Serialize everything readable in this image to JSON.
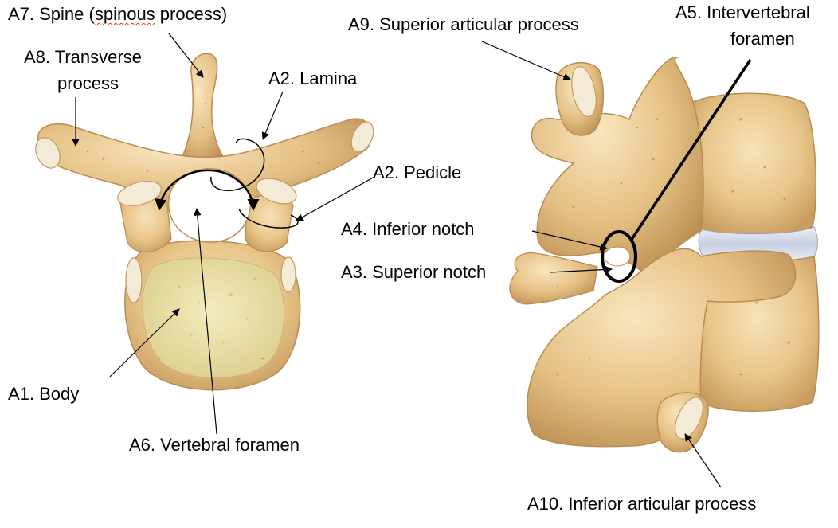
{
  "labels": {
    "a7_pre": "A7.  Spine (",
    "a7_spell": "spinous",
    "a7_post": " process)",
    "a8_line1": "A8.  Transverse",
    "a8_line2": "process",
    "a2_lamina": "A2.  Lamina",
    "a2_pedicle": "A2.  Pedicle",
    "a1_body": "A1.  Body",
    "a6_foramen": "A6.  Vertebral foramen",
    "a9_sup_art": "A9.  Superior articular process",
    "a5_line1": "A5.  Intervertebral",
    "a5_line2": "foramen",
    "a4_inf_notch": "A4.  Inferior notch",
    "a3_sup_notch": "A3.  Superior notch",
    "a10_inf_art": "A10.  Inferior articular process"
  },
  "colors": {
    "bone": "#e9c98e",
    "bone_shadow": "#c9a064",
    "bone_highlight": "#f6e2b6",
    "body_cancellous": "#ece2a8",
    "articular_cartilage": "#f5ede0",
    "disc": "#cfd6e6",
    "leader": "#000000",
    "spell_underline": "#e0362c"
  }
}
